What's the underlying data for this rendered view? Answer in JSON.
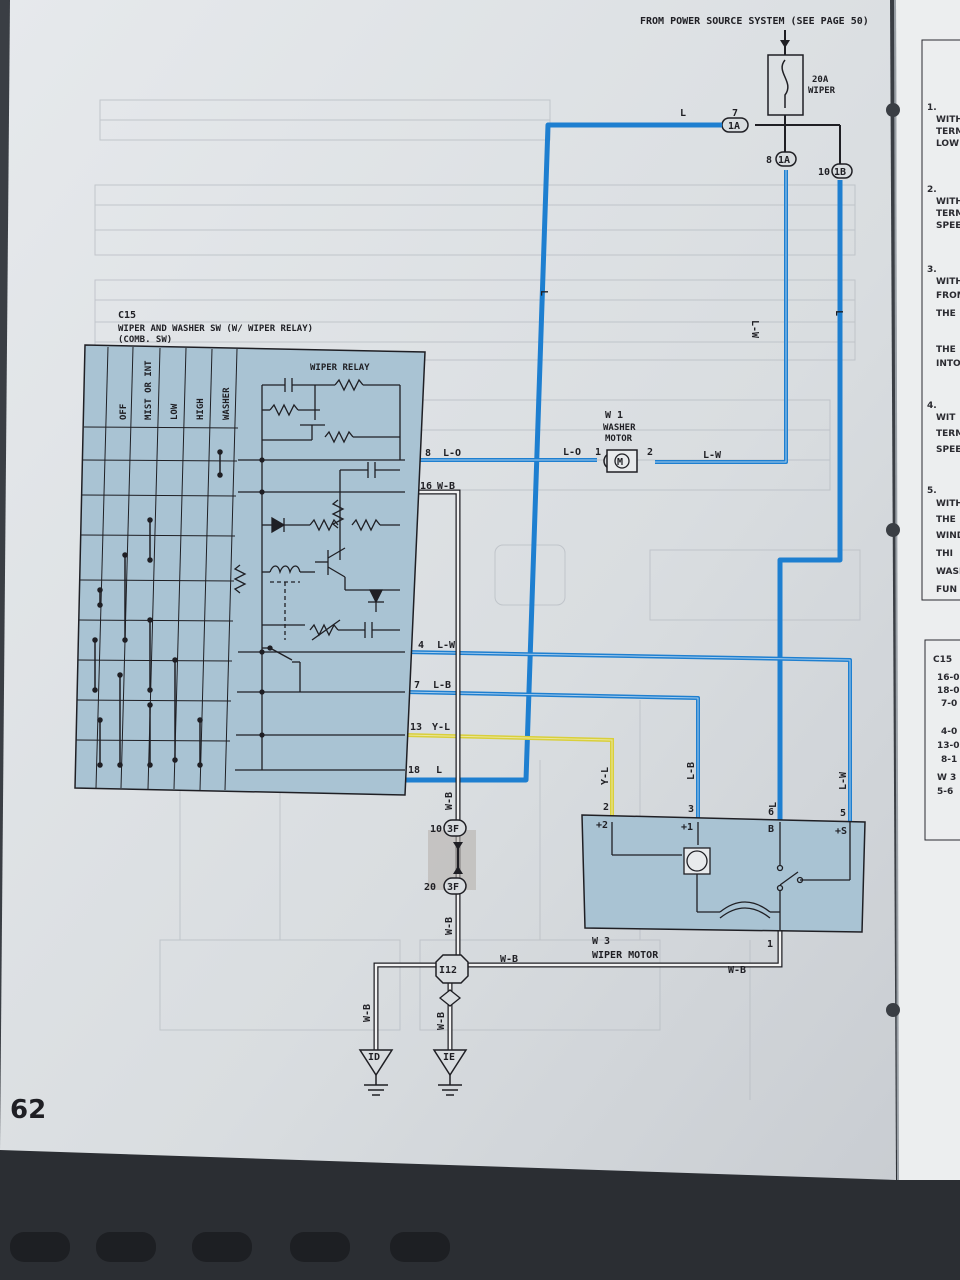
{
  "page": {
    "number": "62",
    "source_note": "FROM POWER SOURCE SYSTEM (SEE PAGE 50)"
  },
  "fuse": {
    "label1": "20A",
    "label2": "WIPER"
  },
  "junction_1A": {
    "code": "1A",
    "pins": [
      "7",
      "8",
      "10"
    ],
    "pin10_code": "1B"
  },
  "switch": {
    "code": "C15",
    "title": "WIPER AND WASHER SW (W/ WIPER RELAY)",
    "subtitle": "(COMB. SW)",
    "relay_label": "WIPER RELAY",
    "columns": [
      "OFF",
      "MIST OR INT",
      "LOW",
      "HIGH",
      "WASHER"
    ],
    "pins": [
      {
        "num": "8",
        "color": "L-O"
      },
      {
        "num": "16",
        "color": "W-B"
      },
      {
        "num": "4",
        "color": "L-W"
      },
      {
        "num": "7",
        "color": "L-B"
      },
      {
        "num": "13",
        "color": "Y-L"
      },
      {
        "num": "18",
        "color": "L"
      }
    ]
  },
  "washer_motor": {
    "code": "W 1",
    "name1": "WASHER",
    "name2": "MOTOR",
    "left_wire": "L-O",
    "right_wire": "L-W",
    "pin_left": "1",
    "pin_right": "2"
  },
  "wiper_motor": {
    "code": "W 3",
    "name": "WIPER MOTOR",
    "terminals": [
      {
        "pin": "2",
        "name": "+2",
        "wire": "Y-L"
      },
      {
        "pin": "3",
        "name": "+1",
        "wire": "L-B"
      },
      {
        "pin": "6",
        "name": "B",
        "wire": "L"
      },
      {
        "pin": "5",
        "name": "+S",
        "wire": "L-W"
      }
    ],
    "ground_pin": "1",
    "ground_wire": "W-B"
  },
  "wire_labels": {
    "fuse_to_1A": "L",
    "l_vertical_a": "L",
    "l_vertical_b": "L",
    "lw_vertical": "L-W",
    "wb_a": "W-B",
    "wb_b": "W-B",
    "wb_c": "W-B",
    "wb_d": "W-B",
    "wb_e": "W-B",
    "wb_f": "W-B"
  },
  "connector_3F": {
    "code": "3F",
    "pin_top": "10",
    "pin_bottom": "20"
  },
  "junction_I12": {
    "code": "I12"
  },
  "grounds": [
    {
      "code": "ID"
    },
    {
      "code": "IE"
    }
  ],
  "right_page": {
    "steps": [
      {
        "num": "1.",
        "lines": [
          "WITH",
          "TERM",
          "LOW"
        ]
      },
      {
        "num": "2.",
        "lines": [
          "WITH",
          "TERM",
          "SPEE"
        ]
      },
      {
        "num": "3.",
        "lines": [
          "WITH",
          "FROM",
          "THE",
          "THE",
          "INTO"
        ]
      },
      {
        "num": "4.",
        "lines": [
          "WIT",
          "TERM",
          "SPEE"
        ]
      },
      {
        "num": "5.",
        "lines": [
          "WITH",
          "THE",
          "WIND",
          "THI",
          "WASH",
          "FUN"
        ]
      }
    ],
    "c15_header": "C15",
    "c15_rows": [
      "16-0",
      "18-0",
      "7-0",
      "4-0",
      "13-0",
      "8-1"
    ],
    "w3_header": "W 3",
    "w3_rows": [
      "5-6"
    ]
  },
  "colors": {
    "page_bg": "#d9dde0",
    "panel_blue": "#a9c3d3",
    "wire_blue": "#1e7fd0",
    "wire_yellow": "#d9cf3a",
    "ink": "#1f1f24"
  }
}
